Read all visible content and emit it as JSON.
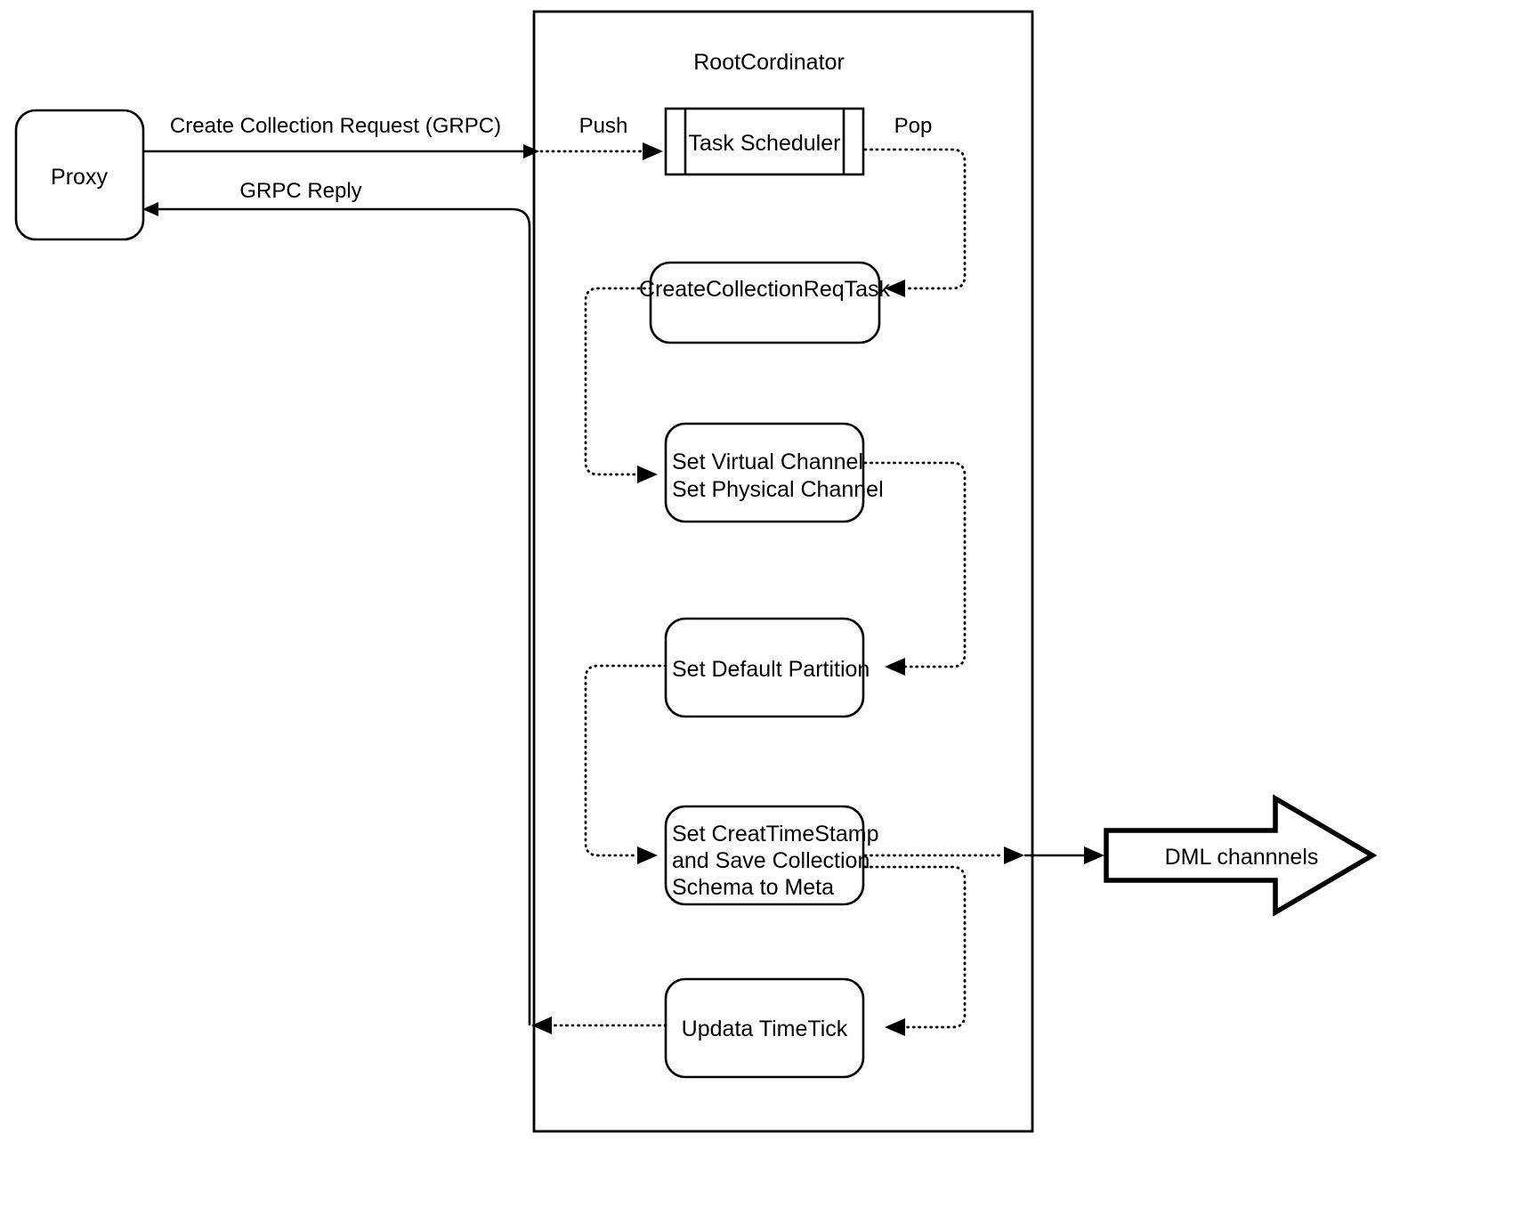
{
  "diagram": {
    "title_visible": false,
    "colors": {
      "stroke": "#000000",
      "fill": "#ffffff",
      "text": "#000000"
    },
    "container": {
      "label": "RootCordinator"
    },
    "nodes": [
      {
        "id": "proxy",
        "label": "Proxy",
        "shape": "rounded-rect"
      },
      {
        "id": "task-scheduler",
        "label": "Task Scheduler",
        "shape": "queue"
      },
      {
        "id": "create-collection-req-task",
        "label": "CreateCollectionReqTask",
        "shape": "rounded-rect"
      },
      {
        "id": "set-channels",
        "label_line1": "Set Virtual Channel",
        "label_line2": "Set Physical Channel",
        "shape": "rounded-rect"
      },
      {
        "id": "set-default-partition",
        "label": "Set Default Partition",
        "shape": "rounded-rect"
      },
      {
        "id": "set-create-timestamp",
        "label_line1": "Set CreatTimeStamp",
        "label_line2": "and Save Collection",
        "label_line3": "Schema to Meta",
        "shape": "rounded-rect"
      },
      {
        "id": "updata-timetick",
        "label": "Updata TimeTick",
        "shape": "rounded-rect"
      },
      {
        "id": "dml-channels",
        "label": "DML channnels",
        "shape": "block-arrow-right"
      }
    ],
    "edges": [
      {
        "id": "create-collection-request",
        "label": "Create Collection Request (GRPC)",
        "style": "solid",
        "from": "proxy",
        "to": "rootcoordinator-boundary"
      },
      {
        "id": "grpc-reply",
        "label": "GRPC Reply",
        "style": "solid",
        "from": "rootcoordinator-boundary",
        "to": "proxy"
      },
      {
        "id": "push",
        "label": "Push",
        "style": "dotted",
        "from": "rootcoordinator-boundary",
        "to": "task-scheduler"
      },
      {
        "id": "pop",
        "label": "Pop",
        "style": "dotted",
        "from": "task-scheduler",
        "to": "create-collection-req-task"
      },
      {
        "id": "task-to-channels",
        "label": "",
        "style": "dotted",
        "from": "create-collection-req-task",
        "to": "set-channels"
      },
      {
        "id": "channels-to-partition",
        "label": "",
        "style": "dotted",
        "from": "set-channels",
        "to": "set-default-partition"
      },
      {
        "id": "partition-to-timestamp",
        "label": "",
        "style": "dotted",
        "from": "set-default-partition",
        "to": "set-create-timestamp"
      },
      {
        "id": "timestamp-to-dml",
        "label": "",
        "style": "dotted-then-solid",
        "from": "set-create-timestamp",
        "to": "dml-channels"
      },
      {
        "id": "timestamp-to-timetick",
        "label": "",
        "style": "dotted",
        "from": "set-create-timestamp",
        "to": "updata-timetick"
      },
      {
        "id": "timetick-to-reply",
        "label": "",
        "style": "dotted",
        "from": "updata-timetick",
        "to": "grpc-reply"
      }
    ]
  }
}
